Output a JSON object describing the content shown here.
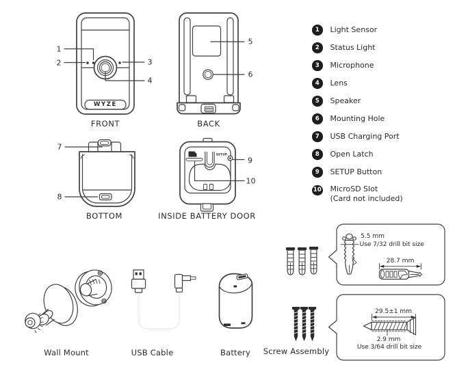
{
  "brand": "WYZE",
  "views": {
    "front": {
      "label": "FRONT"
    },
    "back": {
      "label": "BACK"
    },
    "bottom": {
      "label": "BOTTOM"
    },
    "battery_door": {
      "label": "INSIDE BATTERY DOOR",
      "setup_text": "SETUP"
    }
  },
  "parts_list": [
    {
      "num": "1",
      "label": "Light Sensor"
    },
    {
      "num": "2",
      "label": "Status Light"
    },
    {
      "num": "3",
      "label": "Microphone"
    },
    {
      "num": "4",
      "label": "Lens"
    },
    {
      "num": "5",
      "label": "Speaker"
    },
    {
      "num": "6",
      "label": "Mounting Hole"
    },
    {
      "num": "7",
      "label": "USB Charging Port"
    },
    {
      "num": "8",
      "label": "Open Latch"
    },
    {
      "num": "9",
      "label": "SETUP Button"
    },
    {
      "num": "10",
      "label": "MicroSD Slot",
      "note": "(Card not included)"
    }
  ],
  "accessories": {
    "wall_mount": "Wall Mount",
    "usb_cable": "USB Cable",
    "battery": "Battery",
    "screw_assembly": "Screw Assembly"
  },
  "anchor_spec": {
    "hole_diameter": "5.5 mm",
    "drill_note": "Use 7/32 drill bit size",
    "length": "28.7 mm"
  },
  "screw_spec": {
    "length": "29.5±1 mm",
    "diameter": "2.9 mm",
    "drill_note": "Use 3/64 drill bit size"
  },
  "colors": {
    "ink": "#2b2b2e",
    "line": "#3f3f42",
    "background": "#ffffff"
  }
}
